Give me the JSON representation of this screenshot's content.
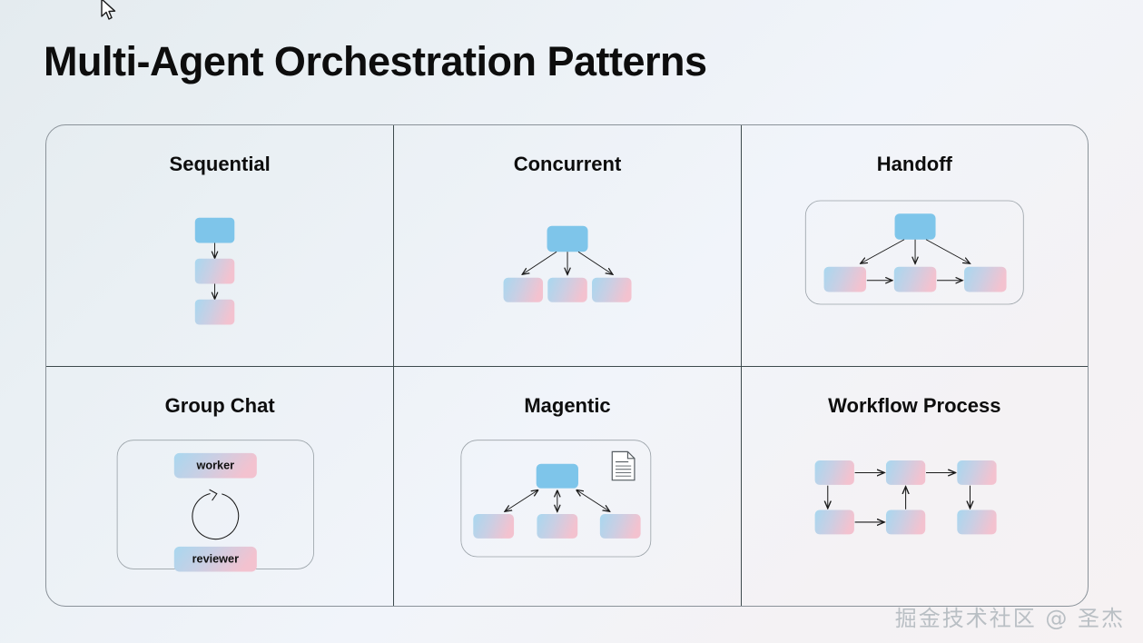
{
  "page": {
    "title": "Multi-Agent Orchestration Patterns",
    "watermark": "掘金技术社区 @ 圣杰",
    "cursor_icon": "mouse-pointer-icon"
  },
  "theme": {
    "background_start": "#e4ebef",
    "background_end": "#f6f2f3",
    "panel_border": "#8a9299",
    "divider": "#3d4a4d",
    "node_solid_blue": "#7ec5ea",
    "node_gradient_from": "#a8d7ef",
    "node_gradient_to": "#f3c2cf",
    "arrow_color": "#1a1a1a",
    "title_color": "#0d0d0d",
    "watermark_color": "#b9bfc4"
  },
  "patterns": [
    {
      "id": "sequential",
      "title": "Sequential",
      "layout": "vertical-chain",
      "nodes": [
        {
          "id": "s1",
          "style": "solid"
        },
        {
          "id": "s2",
          "style": "gradient"
        },
        {
          "id": "s3",
          "style": "gradient"
        }
      ],
      "edges": [
        {
          "from": "s1",
          "to": "s2",
          "type": "arrow"
        },
        {
          "from": "s2",
          "to": "s3",
          "type": "arrow"
        }
      ],
      "container": false
    },
    {
      "id": "concurrent",
      "title": "Concurrent",
      "layout": "fan-out",
      "nodes": [
        {
          "id": "c0",
          "style": "solid"
        },
        {
          "id": "c1",
          "style": "gradient"
        },
        {
          "id": "c2",
          "style": "gradient"
        },
        {
          "id": "c3",
          "style": "gradient"
        }
      ],
      "edges": [
        {
          "from": "c0",
          "to": "c1",
          "type": "arrow"
        },
        {
          "from": "c0",
          "to": "c2",
          "type": "arrow"
        },
        {
          "from": "c0",
          "to": "c3",
          "type": "arrow"
        }
      ],
      "container": false
    },
    {
      "id": "handoff",
      "title": "Handoff",
      "layout": "fan-out-with-chain",
      "nodes": [
        {
          "id": "h0",
          "style": "solid"
        },
        {
          "id": "h1",
          "style": "gradient"
        },
        {
          "id": "h2",
          "style": "gradient"
        },
        {
          "id": "h3",
          "style": "gradient"
        }
      ],
      "edges": [
        {
          "from": "h0",
          "to": "h1",
          "type": "arrow"
        },
        {
          "from": "h0",
          "to": "h2",
          "type": "arrow"
        },
        {
          "from": "h0",
          "to": "h3",
          "type": "arrow"
        },
        {
          "from": "h1",
          "to": "h2",
          "type": "arrow"
        },
        {
          "from": "h2",
          "to": "h3",
          "type": "arrow"
        }
      ],
      "container": true
    },
    {
      "id": "group-chat",
      "title": "Group Chat",
      "layout": "loop",
      "nodes": [
        {
          "id": "g1",
          "style": "gradient",
          "label": "worker"
        },
        {
          "id": "g2",
          "style": "gradient",
          "label": "reviewer"
        }
      ],
      "edges": [
        {
          "from": "g1",
          "to": "g2",
          "type": "circular-loop"
        }
      ],
      "container": true
    },
    {
      "id": "magentic",
      "title": "Magentic",
      "layout": "bidirectional-hub",
      "nodes": [
        {
          "id": "m0",
          "style": "solid"
        },
        {
          "id": "m1",
          "style": "gradient"
        },
        {
          "id": "m2",
          "style": "gradient"
        },
        {
          "id": "m3",
          "style": "gradient"
        }
      ],
      "edges": [
        {
          "from": "m0",
          "to": "m1",
          "type": "double-arrow"
        },
        {
          "from": "m0",
          "to": "m2",
          "type": "double-arrow"
        },
        {
          "from": "m0",
          "to": "m3",
          "type": "double-arrow"
        }
      ],
      "container": true,
      "badge_icon": "document-icon"
    },
    {
      "id": "workflow-process",
      "title": "Workflow Process",
      "layout": "grid-flow",
      "nodes": [
        {
          "id": "w1",
          "style": "gradient"
        },
        {
          "id": "w2",
          "style": "gradient"
        },
        {
          "id": "w3",
          "style": "gradient"
        },
        {
          "id": "w4",
          "style": "gradient"
        },
        {
          "id": "w5",
          "style": "gradient"
        },
        {
          "id": "w6",
          "style": "gradient"
        }
      ],
      "edges": [
        {
          "from": "w1",
          "to": "w2",
          "type": "arrow"
        },
        {
          "from": "w2",
          "to": "w3",
          "type": "arrow"
        },
        {
          "from": "w1",
          "to": "w4",
          "type": "arrow"
        },
        {
          "from": "w4",
          "to": "w5",
          "type": "arrow"
        },
        {
          "from": "w5",
          "to": "w2",
          "type": "arrow"
        },
        {
          "from": "w3",
          "to": "w6",
          "type": "arrow"
        }
      ],
      "container": false
    }
  ]
}
